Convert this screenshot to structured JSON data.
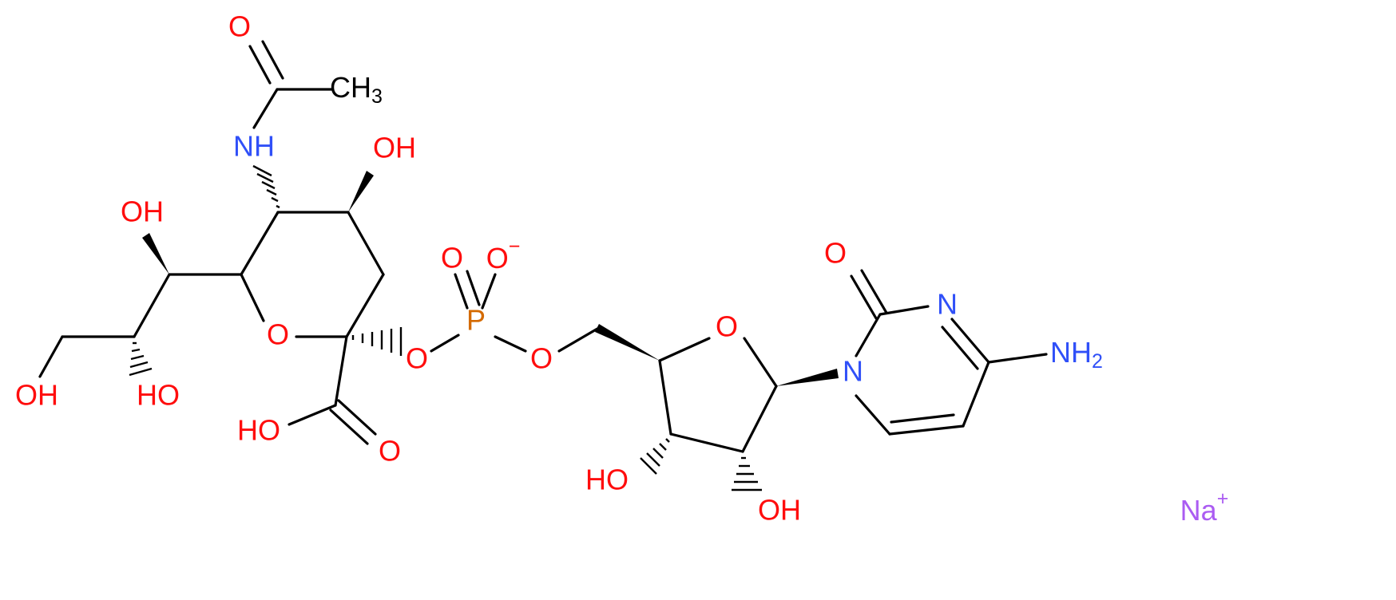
{
  "colors": {
    "O": "#ff0d0d",
    "N": "#3050f8",
    "P": "#d46a00",
    "C": "#000000",
    "Na": "#ab5cf2",
    "bond": "#000000"
  },
  "atoms": [
    {
      "id": "o-carbonyl-top",
      "text": "O",
      "el": "O"
    },
    {
      "id": "ch3",
      "text": "CH",
      "sub": "3",
      "el": "C"
    },
    {
      "id": "nh-amide",
      "text": "NH",
      "el": "N"
    },
    {
      "id": "oh-c4",
      "text": "OH",
      "el": "O"
    },
    {
      "id": "oh-glycerol-1",
      "text": "OH",
      "el": "O"
    },
    {
      "id": "o-ring-sialic",
      "text": "O",
      "el": "O"
    },
    {
      "id": "oh-terminal",
      "text": "OH",
      "el": "O"
    },
    {
      "id": "ho-glycerol-2",
      "text": "HO",
      "el": "O"
    },
    {
      "id": "ho-carboxyl",
      "text": "HO",
      "el": "O"
    },
    {
      "id": "o-carboxyl",
      "text": "O",
      "el": "O"
    },
    {
      "id": "o-glycosidic",
      "text": "O",
      "el": "O"
    },
    {
      "id": "p-phosphate",
      "text": "P",
      "el": "P"
    },
    {
      "id": "o-phosphoryl",
      "text": "O",
      "el": "O"
    },
    {
      "id": "o-anion",
      "text": "O",
      "sup": "−",
      "el": "O"
    },
    {
      "id": "o-ester-5",
      "text": "O",
      "el": "O"
    },
    {
      "id": "o-ring-ribose",
      "text": "O",
      "el": "O"
    },
    {
      "id": "ho-ribose-3",
      "text": "HO",
      "el": "O"
    },
    {
      "id": "oh-ribose-2",
      "text": "OH",
      "el": "O"
    },
    {
      "id": "n1-pyrimidine",
      "text": "N",
      "el": "N"
    },
    {
      "id": "o-c2-pyrimidine",
      "text": "O",
      "el": "O"
    },
    {
      "id": "n3-pyrimidine",
      "text": "N",
      "el": "N"
    },
    {
      "id": "nh2-amino",
      "text": "NH",
      "sub": "2",
      "el": "N"
    },
    {
      "id": "na-counterion",
      "text": "Na",
      "sup": "+",
      "el": "Na"
    }
  ]
}
